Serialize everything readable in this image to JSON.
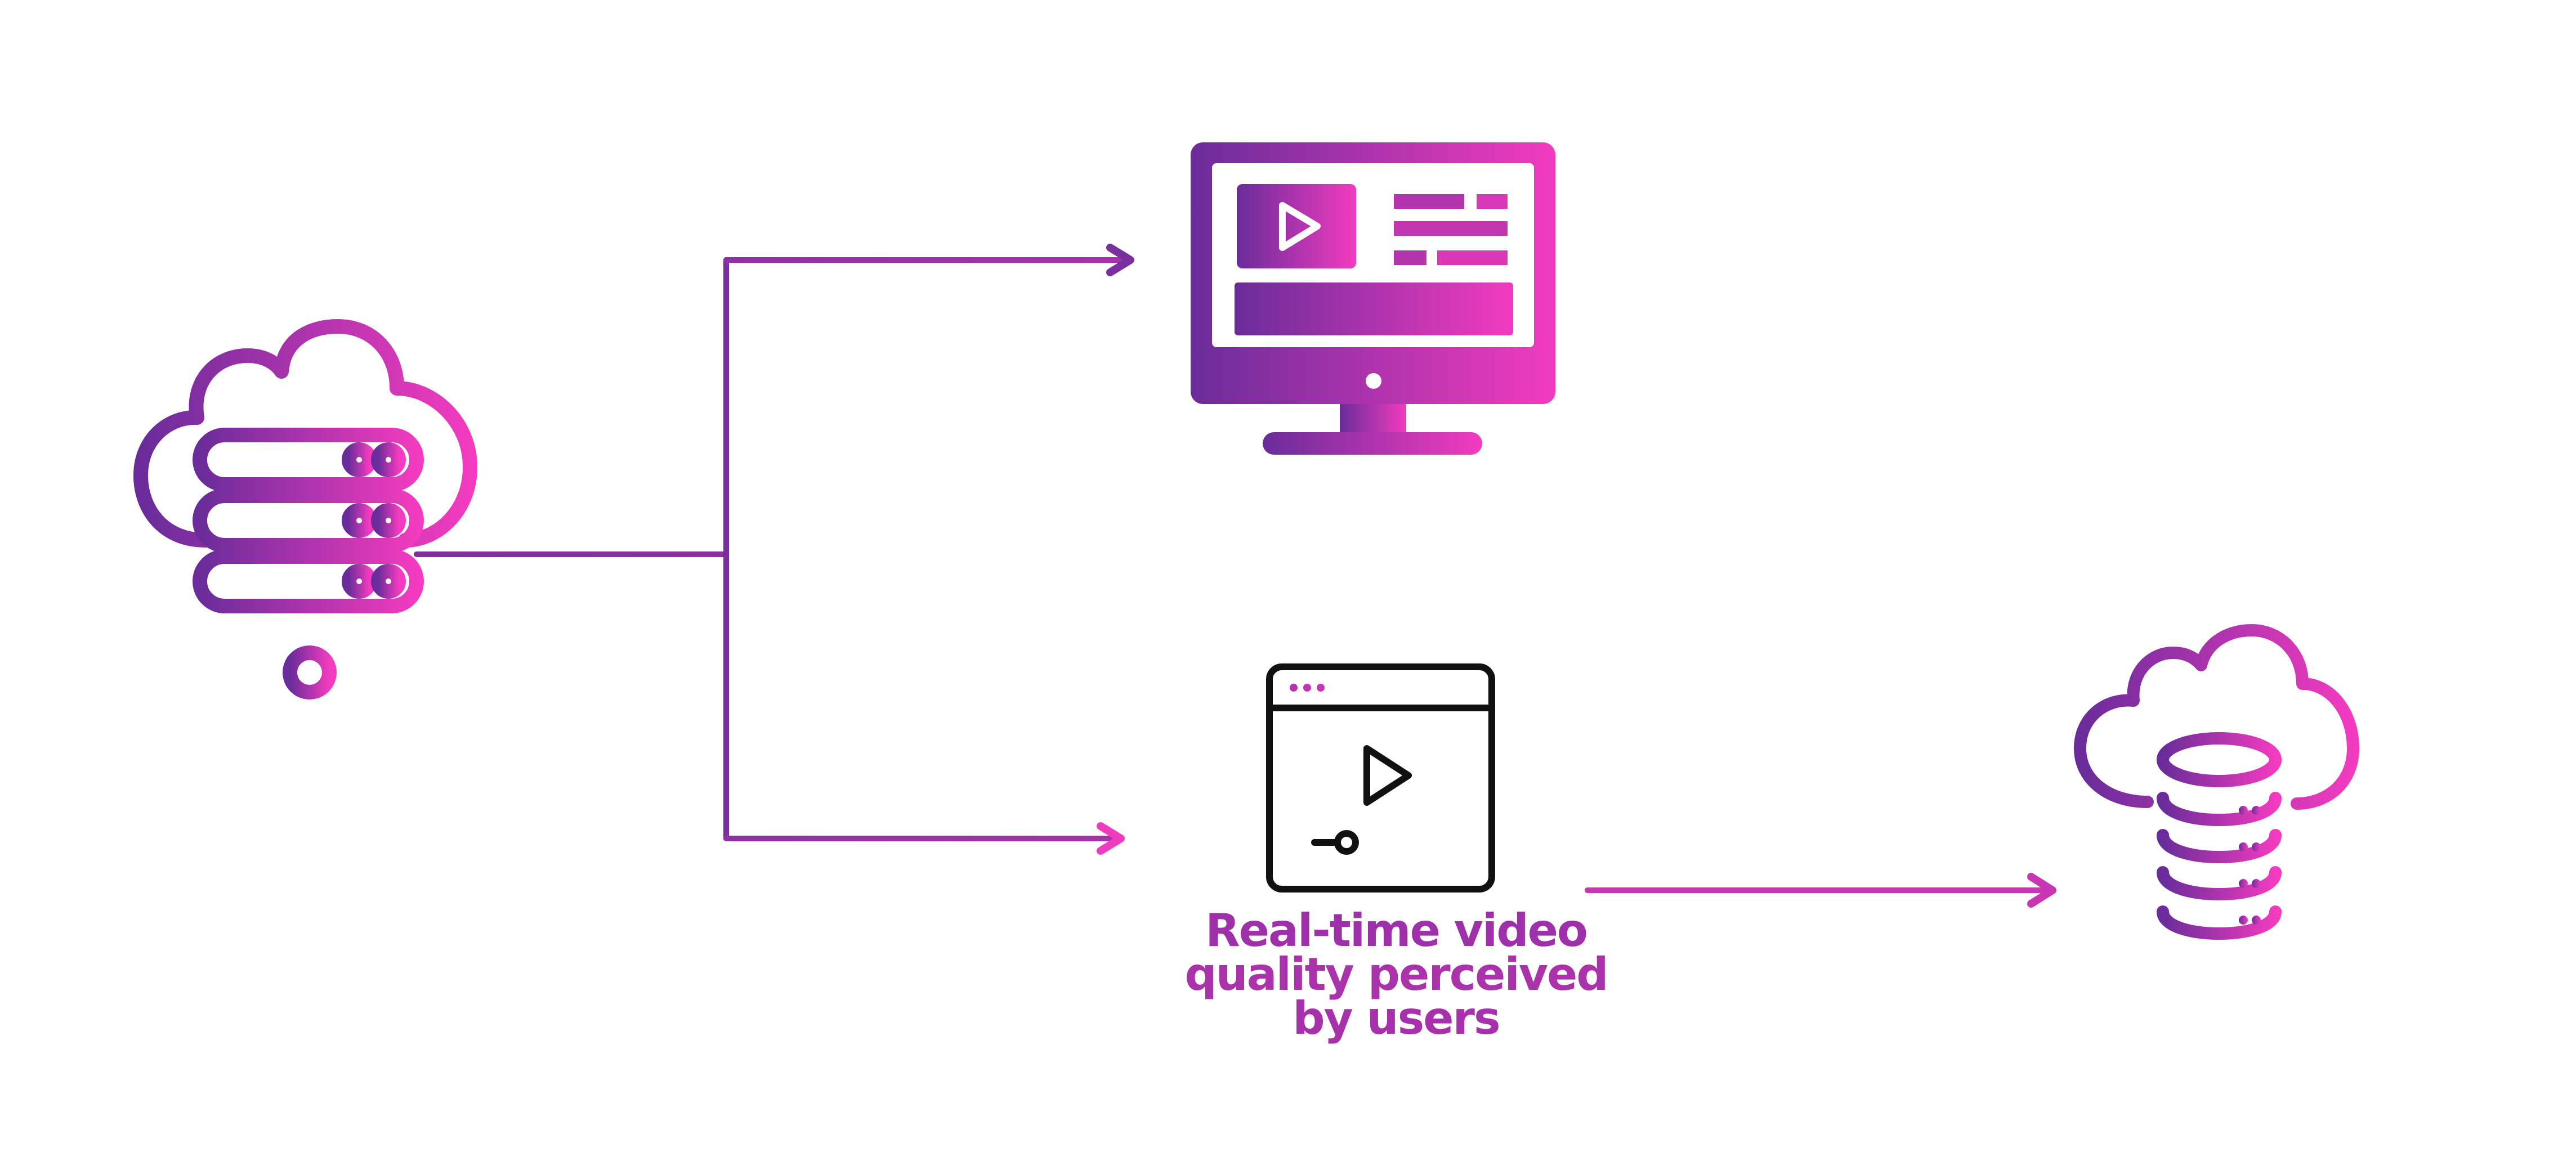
{
  "colors": {
    "gradient_start": "#6a2c9a",
    "gradient_end": "#f23bbf",
    "outline": "#111111",
    "background": "#ffffff"
  },
  "nodes": [
    {
      "icon": "cloud-server-icon"
    },
    {
      "icon": "monitor-video-icon"
    },
    {
      "icon": "video-player-window-icon"
    },
    {
      "icon": "cloud-database-icon"
    }
  ],
  "caption": {
    "lines": [
      "Real-time video",
      "quality perceived",
      "by users"
    ]
  }
}
